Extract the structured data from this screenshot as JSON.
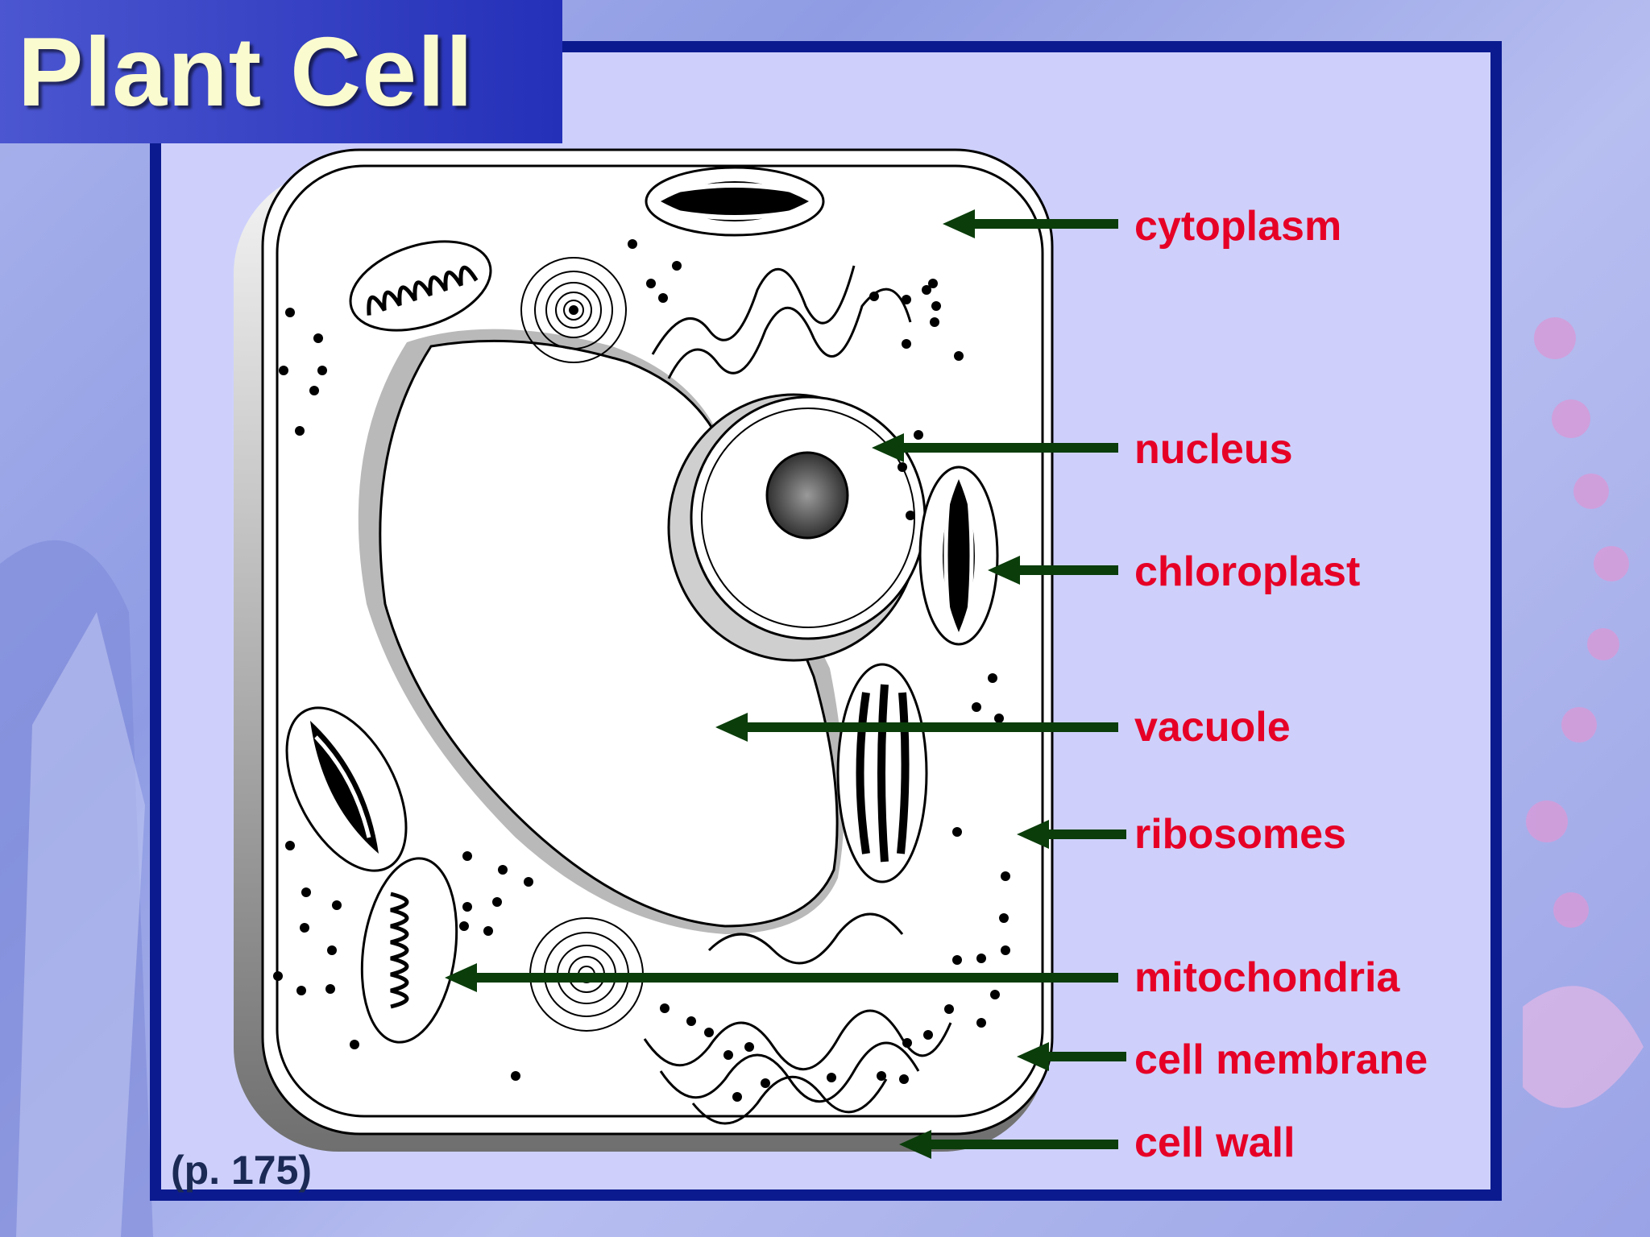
{
  "slide": {
    "title": "Plant Cell",
    "page_reference": "(p. 175)"
  },
  "labels": [
    {
      "id": "cytoplasm",
      "text": "cytoplasm"
    },
    {
      "id": "nucleus",
      "text": "nucleus"
    },
    {
      "id": "chloroplast",
      "text": "chloroplast"
    },
    {
      "id": "vacuole",
      "text": "vacuole"
    },
    {
      "id": "ribosomes",
      "text": "ribosomes"
    },
    {
      "id": "mitochondria",
      "text": "mitochondria"
    },
    {
      "id": "cell-membrane",
      "text": "cell membrane"
    },
    {
      "id": "cell-wall",
      "text": "cell wall"
    }
  ],
  "colors": {
    "label_text": "#e60026",
    "arrow": "#0a3d0a",
    "frame_border": "#0b1a8f",
    "frame_fill": "#ced0fb",
    "title_text": "#fbfbd0",
    "title_background": "#2430b8"
  }
}
